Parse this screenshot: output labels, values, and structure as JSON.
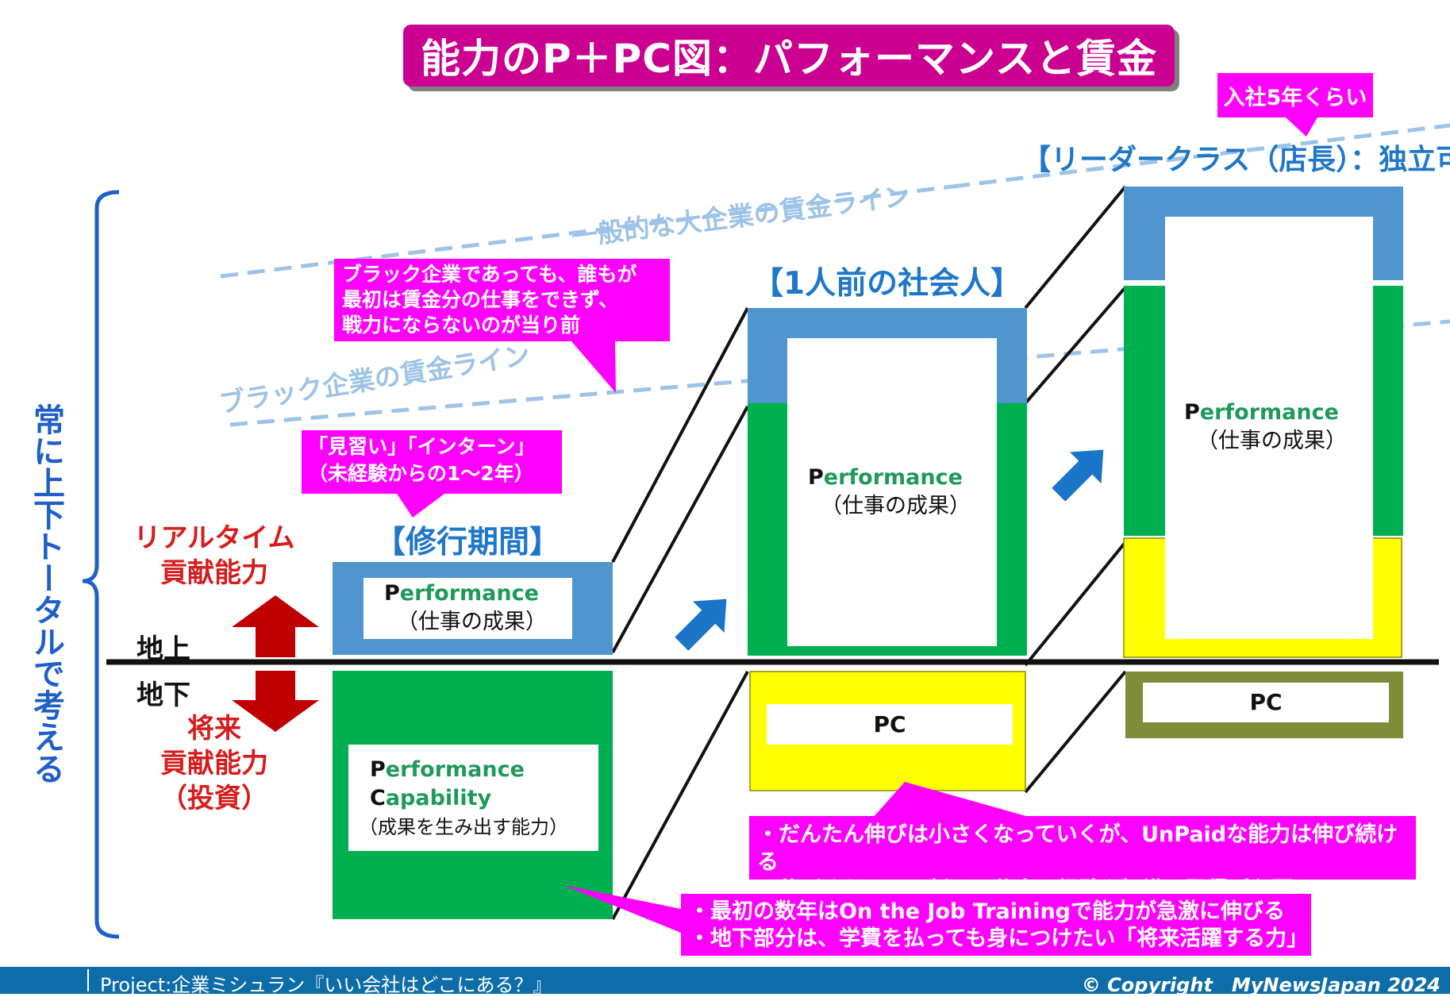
{
  "title": "能力のP＋PC図：パフォーマンスと賃金",
  "note_five_years": "入社5年くらい",
  "stages": {
    "training": "【修行期間】",
    "adult": "【1人前の社会人】",
    "leader": "【リーダークラス（店長）：独立可】"
  },
  "wage_lines": {
    "large_company": "一般的な大企業の賃金ライン",
    "black_company": "ブラック企業の賃金ライン"
  },
  "callouts": {
    "black_company": [
      "ブラック企業であっても、誰もが",
      "最初は賃金分の仕事をできず、",
      "戦力にならないのが当り前"
    ],
    "intern": [
      "「見習い」「インターン」",
      "（未経験からの1～2年）"
    ],
    "pc_growth": [
      "・だんたん伸びは小さくなっていくが、UnPaidな能力は伸び続ける",
      "・伸ばすためには新しい仕事の経験や知識の習得が必要"
    ],
    "ojt": [
      "・最初の数年はOn the Job Trainingで能力が急激に伸びる",
      "・地下部分は、学費を払っても身につけたい「将来活躍する力」"
    ]
  },
  "side": {
    "vertical_label": "常に上下トータルで考える",
    "realtime": [
      "リアルタイム",
      "貢献能力"
    ],
    "future": [
      "将来",
      "貢献能力",
      "（投資）"
    ],
    "above_ground": "地上",
    "below_ground": "地下"
  },
  "boxes": {
    "perf_initial": "P",
    "perf_rest": "erformance",
    "perf_sub": "（仕事の成果）",
    "cap_initial": "C",
    "cap_rest": "apability",
    "cap_sub": "（成果を生み出す能力）",
    "pc": "PC"
  },
  "footer": {
    "project": "Project:企業ミシュラン『いい会社はどこにある？』",
    "copyright": "© Copyright　MyNewsJapan 2024"
  },
  "colors": {
    "magenta": "#cc0090",
    "callout": "#ff00ff",
    "blue_box": "#4f95d0",
    "green_box": "#00b050",
    "yellow_box": "#ffff00",
    "olive_box": "#7f8c3a",
    "red": "#c00000",
    "stage_blue": "#1f77c9",
    "wage_line": "#9dc3e6",
    "footer": "#0d6da8"
  }
}
